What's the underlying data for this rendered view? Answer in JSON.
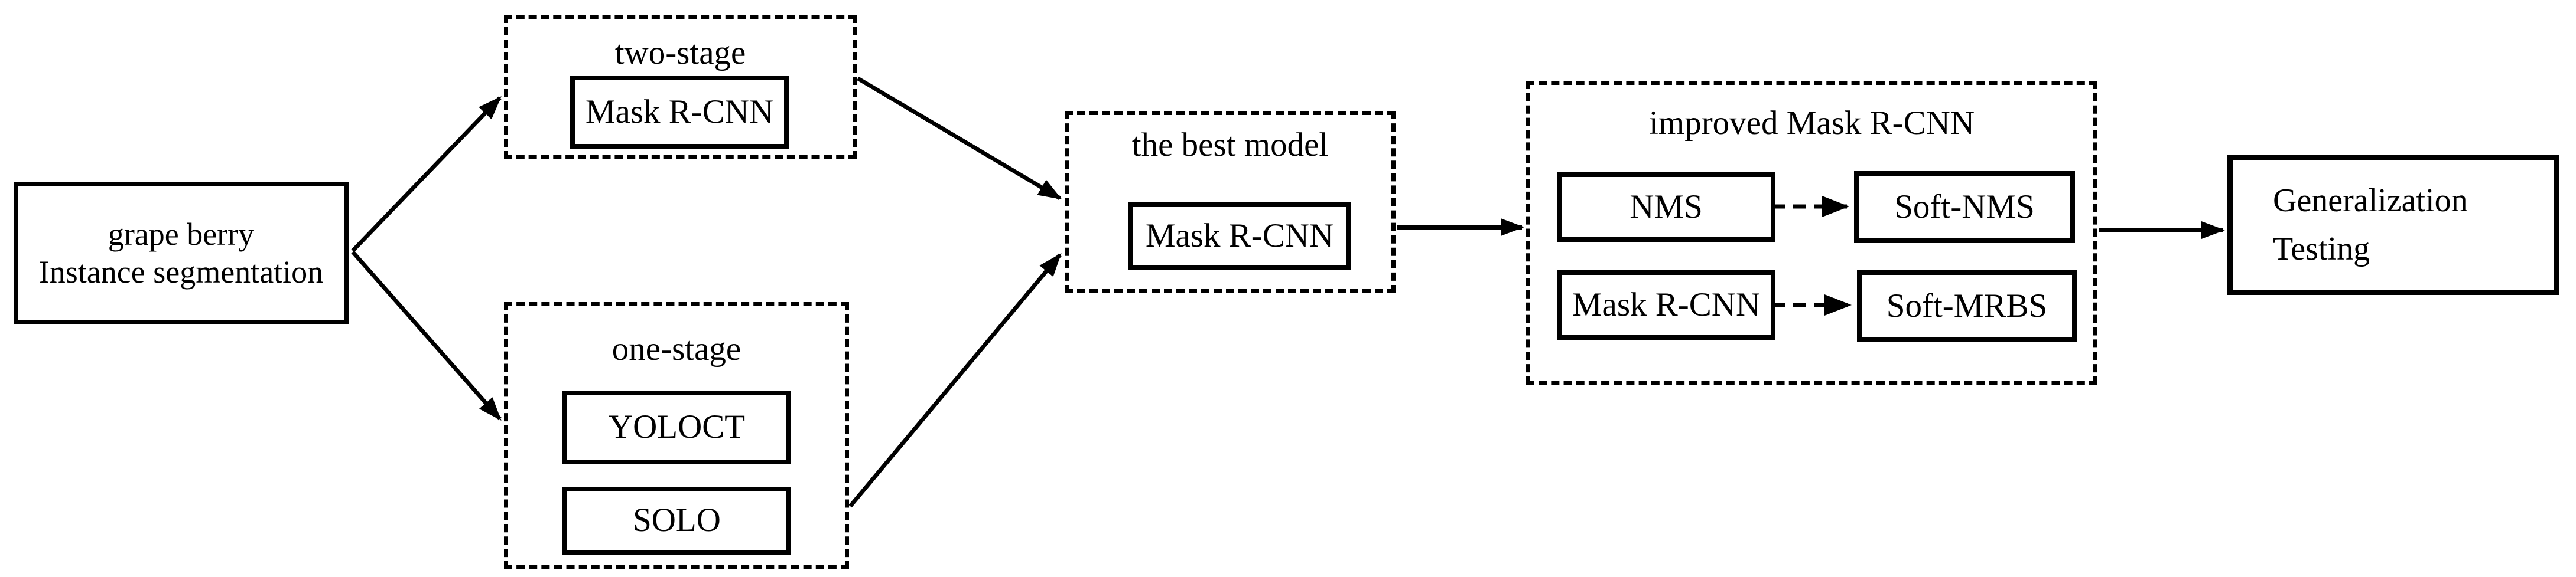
{
  "nodes": {
    "source": {
      "lines": [
        "grape berry",
        "Instance segmentation"
      ]
    },
    "two_stage_group": {
      "label": "two-stage"
    },
    "two_stage_model": {
      "label": "Mask R-CNN"
    },
    "one_stage_group": {
      "label": "one-stage"
    },
    "one_stage_model_1": {
      "label": "YOLOCT"
    },
    "one_stage_model_2": {
      "label": "SOLO"
    },
    "best_model_group": {
      "label": "the best model"
    },
    "best_model": {
      "label": "Mask R-CNN"
    },
    "improved_group": {
      "label": "improved Mask R-CNN"
    },
    "improved_nms": {
      "label": "NMS"
    },
    "improved_soft_nms": {
      "label": "Soft-NMS"
    },
    "improved_mask_rcnn": {
      "label": "Mask R-CNN"
    },
    "improved_soft_mrbs": {
      "label": "Soft-MRBS"
    },
    "generalization": {
      "lines": [
        "Generalization",
        "Testing"
      ]
    }
  },
  "colors": {
    "ink": "#000000",
    "background": "#ffffff"
  }
}
